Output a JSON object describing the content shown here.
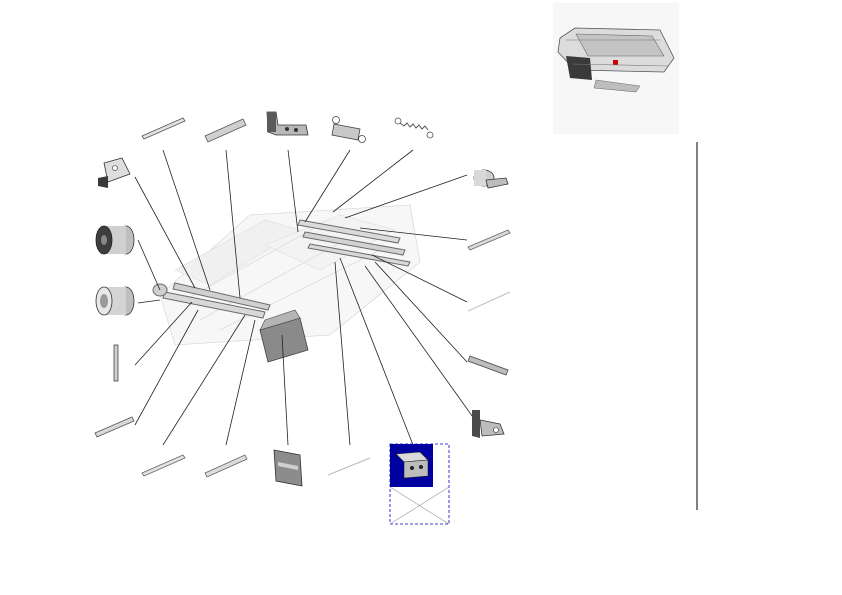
{
  "diagram": {
    "type": "exploded-parts-view",
    "labels": [],
    "colors": {
      "part_fill_light": "#e6e6e6",
      "part_fill_mid": "#c8c8c8",
      "part_fill_dark": "#7a7a7a",
      "part_outline": "#4a4a4a",
      "callout_line": "#222222",
      "selection_fill": "#0000a0",
      "selection_outline": "#0000c8",
      "divider": "#000000"
    },
    "parts": [
      {
        "id": "rod-top-1",
        "icon": "rod-icon"
      },
      {
        "id": "rod-top-2",
        "icon": "rod-icon"
      },
      {
        "id": "bracket-top",
        "icon": "bracket-icon"
      },
      {
        "id": "spring-top-1",
        "icon": "spring-icon"
      },
      {
        "id": "spring-top-2",
        "icon": "spring-icon"
      },
      {
        "id": "clip-left",
        "icon": "clip-icon"
      },
      {
        "id": "roller-1",
        "icon": "roller-icon"
      },
      {
        "id": "roller-2",
        "icon": "roller-icon"
      },
      {
        "id": "pin-left",
        "icon": "pin-icon"
      },
      {
        "id": "rod-left-bottom",
        "icon": "rod-icon"
      },
      {
        "id": "rod-bottom-1",
        "icon": "rod-icon"
      },
      {
        "id": "rod-bottom-2",
        "icon": "rod-icon"
      },
      {
        "id": "plate-bottom",
        "icon": "plate-icon"
      },
      {
        "id": "rod-bottom-3",
        "icon": "rod-icon"
      },
      {
        "id": "bracket-selected",
        "icon": "bracket-icon",
        "selected": true
      },
      {
        "id": "hinge-right",
        "icon": "hinge-icon"
      },
      {
        "id": "rod-right-1",
        "icon": "rod-icon"
      },
      {
        "id": "rod-right-2",
        "icon": "rod-icon"
      },
      {
        "id": "rod-right-3",
        "icon": "rod-icon"
      },
      {
        "id": "bracket-right",
        "icon": "bracket-icon"
      }
    ],
    "thumbnail": {
      "icon": "assembly-thumbnail-icon",
      "highlight_color": "#cc0000"
    }
  }
}
